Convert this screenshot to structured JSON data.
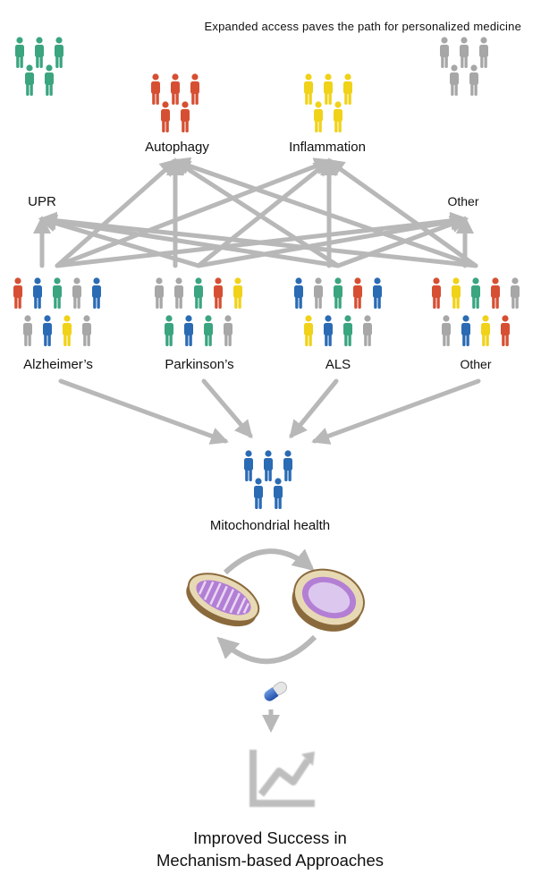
{
  "tagline": "Expanded access paves the path for personalized medicine",
  "colors": {
    "red": "#d64f33",
    "yellow": "#f0d219",
    "green": "#3aa57f",
    "blue": "#2a6bb4",
    "gray": "#a7a7a7",
    "arrow": "#b8b8b8"
  },
  "pathways": {
    "upr": {
      "label": "UPR",
      "color": "green"
    },
    "autophagy": {
      "label": "Autophagy",
      "color": "red"
    },
    "inflammation": {
      "label": "Inflammation",
      "color": "yellow"
    },
    "other": {
      "label": "Other",
      "color": "gray"
    }
  },
  "diseases": {
    "alzheimers": {
      "label": "Alzheimer’s",
      "top": [
        "red",
        "blue",
        "green",
        "gray",
        "blue"
      ],
      "bottom": [
        "gray",
        "blue",
        "yellow",
        "gray"
      ]
    },
    "parkinsons": {
      "label": "Parkinson’s",
      "top": [
        "gray",
        "gray",
        "green",
        "red",
        "yellow"
      ],
      "bottom": [
        "green",
        "blue",
        "green",
        "gray"
      ]
    },
    "als": {
      "label": "ALS",
      "top": [
        "blue",
        "gray",
        "green",
        "red",
        "blue"
      ],
      "bottom": [
        "yellow",
        "blue",
        "green",
        "gray"
      ]
    },
    "other": {
      "label": "Other",
      "top": [
        "red",
        "yellow",
        "green",
        "red",
        "gray"
      ],
      "bottom": [
        "gray",
        "blue",
        "yellow",
        "red"
      ]
    }
  },
  "mito": {
    "label": "Mitochondrial health",
    "color": "blue"
  },
  "outcome": {
    "line1": "Improved Success in",
    "line2": "Mechanism-based Approaches"
  },
  "icons": [
    "person-icon",
    "mitochondrion-icon",
    "capsule-icon",
    "growth-chart-icon"
  ]
}
